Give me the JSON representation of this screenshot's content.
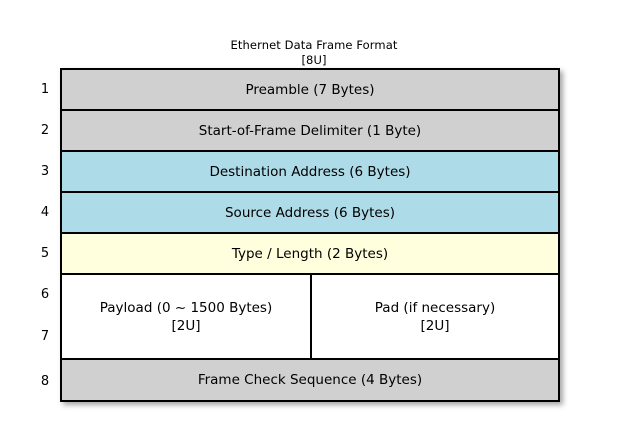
{
  "diagram": {
    "title": "Ethernet Data Frame Format",
    "subtitle": "[8U]",
    "background_color": "#ffffff",
    "border_color": "#000000",
    "colors": {
      "gray": "#d0d0d0",
      "blue": "#aedbe8",
      "yellow": "#ffffdd",
      "white": "#ffffff"
    },
    "row_numbers": [
      "1",
      "2",
      "3",
      "4",
      "5",
      "6",
      "7",
      "8"
    ],
    "rows": [
      {
        "number": "1",
        "name": "preamble",
        "label": "Preamble (7 Bytes)",
        "fill": "gray"
      },
      {
        "number": "2",
        "name": "start-of-frame-delimiter",
        "label": "Start-of-Frame Delimiter (1 Byte)",
        "fill": "gray"
      },
      {
        "number": "3",
        "name": "destination-address",
        "label": "Destination Address (6 Bytes)",
        "fill": "blue"
      },
      {
        "number": "4",
        "name": "source-address",
        "label": "Source Address (6 Bytes)",
        "fill": "blue"
      },
      {
        "number": "5",
        "name": "type-length",
        "label": "Type / Length (2 Bytes)",
        "fill": "yellow"
      },
      {
        "number": "6,7",
        "name": "payload-and-pad",
        "fill": "white",
        "cells": [
          {
            "name": "payload",
            "label": "Payload (0 ~ 1500 Bytes)",
            "sublabel": "[2U]"
          },
          {
            "name": "pad",
            "label": "Pad (if necessary)",
            "sublabel": "[2U]"
          }
        ]
      },
      {
        "number": "8",
        "name": "frame-check-sequence",
        "label": "Frame Check Sequence (4 Bytes)",
        "fill": "gray"
      }
    ]
  }
}
